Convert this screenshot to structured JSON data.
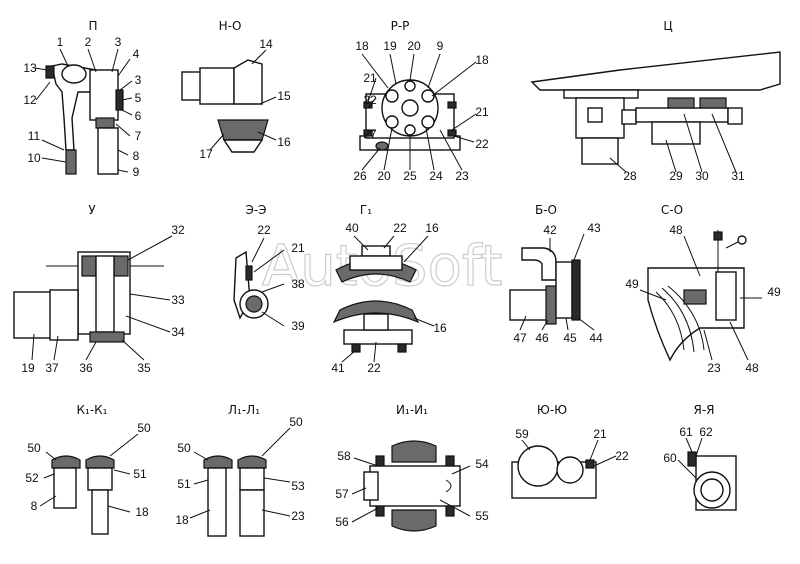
{
  "watermark": "AutoSoft",
  "views": [
    {
      "id": "p",
      "title": "П",
      "labels": [
        "1",
        "2",
        "3",
        "4",
        "13",
        "12",
        "3",
        "5",
        "6",
        "7",
        "11",
        "10",
        "8",
        "9"
      ]
    },
    {
      "id": "no",
      "title": "Н-О",
      "labels": [
        "14",
        "15",
        "16",
        "17"
      ]
    },
    {
      "id": "rr",
      "title": "Р-Р",
      "labels": [
        "18",
        "19",
        "20",
        "9",
        "18",
        "21",
        "22",
        "27",
        "21",
        "22",
        "26",
        "20",
        "25",
        "24",
        "23"
      ]
    },
    {
      "id": "ts",
      "title": "Ц",
      "labels": [
        "28",
        "29",
        "30",
        "31"
      ]
    },
    {
      "id": "u",
      "title": "У",
      "labels": [
        "32",
        "33",
        "34",
        "19",
        "37",
        "36",
        "35"
      ]
    },
    {
      "id": "ee",
      "title": "Э-Э",
      "labels": [
        "22",
        "21",
        "38",
        "39"
      ]
    },
    {
      "id": "g1",
      "title": "Г₁",
      "labels": [
        "40",
        "22",
        "16",
        "16",
        "41",
        "22"
      ]
    },
    {
      "id": "bo",
      "title": "Б-О",
      "labels": [
        "42",
        "43",
        "47",
        "46",
        "45",
        "44"
      ]
    },
    {
      "id": "so",
      "title": "С-О",
      "labels": [
        "48",
        "49",
        "49",
        "23",
        "48"
      ]
    },
    {
      "id": "k1",
      "title": "К₁-К₁",
      "labels": [
        "50",
        "50",
        "52",
        "51",
        "8",
        "18"
      ]
    },
    {
      "id": "l1",
      "title": "Л₁-Л₁",
      "labels": [
        "50",
        "50",
        "51",
        "53",
        "18",
        "23"
      ]
    },
    {
      "id": "i1",
      "title": "И₁-И₁",
      "labels": [
        "58",
        "54",
        "57",
        "56",
        "55"
      ]
    },
    {
      "id": "yu",
      "title": "Ю-Ю",
      "labels": [
        "59",
        "21",
        "22"
      ]
    },
    {
      "id": "ya",
      "title": "Я-Я",
      "labels": [
        "61",
        "62",
        "60"
      ]
    }
  ]
}
